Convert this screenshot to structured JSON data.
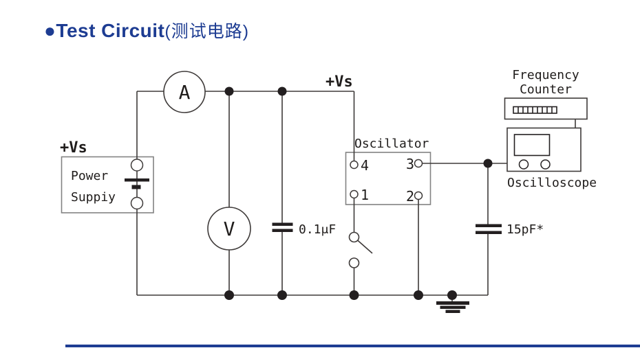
{
  "title": {
    "main": "●Test Circuit",
    "sub": "(测试电路)"
  },
  "diagram": {
    "supply_rail_label_left": "+Vs",
    "supply_rail_label_top": "+Vs",
    "power_supply": {
      "line1": "Power",
      "line2": "Suppiy"
    },
    "ammeter": "A",
    "voltmeter": "V",
    "oscillator": {
      "title": "Oscillator",
      "pin4": "4",
      "pin3": "3",
      "pin1": "1",
      "pin2": "2"
    },
    "bypass_capacitor": "0.1μF",
    "load_capacitor": "15pF*",
    "frequency_counter": {
      "line1": "Frequency",
      "line2": "Counter"
    },
    "oscilloscope": "Oscilloscope"
  },
  "colors": {
    "accent_navy": "#1d3c92",
    "wire": "#3e3a39",
    "ink": "#231f20",
    "box_stroke": "#828282"
  }
}
